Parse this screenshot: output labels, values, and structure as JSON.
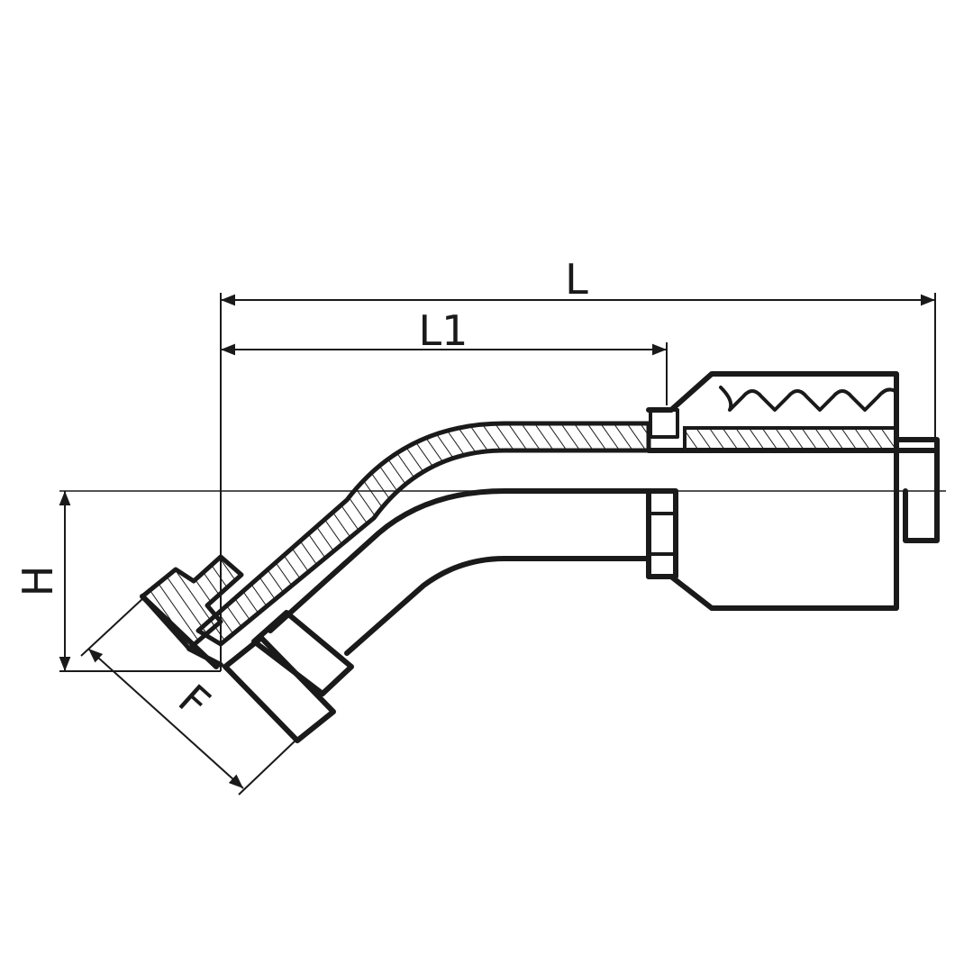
{
  "labels": {
    "L": "L",
    "L1": "L1",
    "H": "H",
    "F": "F"
  },
  "colors": {
    "line": "#1a1a1a",
    "background": "#ffffff"
  }
}
